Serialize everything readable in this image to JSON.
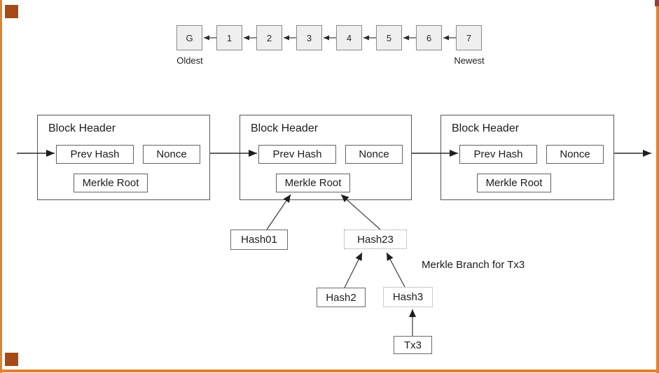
{
  "frame": {
    "line_color": "#E2812E",
    "handle_color": "#A64B17",
    "cap_color": "#93413A"
  },
  "chain": {
    "blocks": [
      {
        "label": "G"
      },
      {
        "label": "1"
      },
      {
        "label": "2"
      },
      {
        "label": "3"
      },
      {
        "label": "4"
      },
      {
        "label": "5"
      },
      {
        "label": "6"
      },
      {
        "label": "7"
      }
    ],
    "oldest_label": "Oldest",
    "newest_label": "Newest"
  },
  "block_headers": [
    {
      "title": "Block Header",
      "prev_hash_label": "Prev Hash",
      "nonce_label": "Nonce",
      "merkle_root_label": "Merkle Root"
    },
    {
      "title": "Block Header",
      "prev_hash_label": "Prev Hash",
      "nonce_label": "Nonce",
      "merkle_root_label": "Merkle Root"
    },
    {
      "title": "Block Header",
      "prev_hash_label": "Prev Hash",
      "nonce_label": "Nonce",
      "merkle_root_label": "Merkle Root"
    }
  ],
  "merkle": {
    "hash01_label": "Hash01",
    "hash23_label": "Hash23",
    "hash2_label": "Hash2",
    "hash3_label": "Hash3",
    "tx3_label": "Tx3",
    "caption": "Merkle Branch for Tx3"
  }
}
